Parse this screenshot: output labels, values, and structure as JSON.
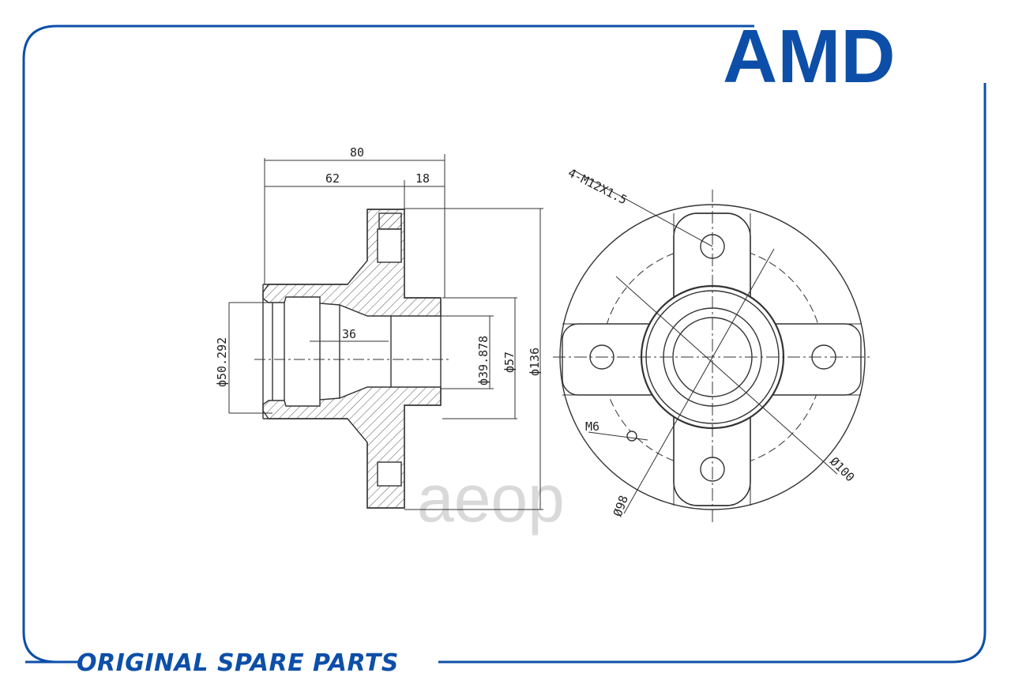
{
  "brand": {
    "logo": "AMD",
    "color": "#0d4fa8"
  },
  "footer": {
    "tagline": "ORIGINAL SPARE PARTS"
  },
  "watermark": "aeop",
  "side_view": {
    "dims": {
      "overall_length": "80",
      "flange_offset": "62",
      "hub_end": "18",
      "inner_depth": "36",
      "bore_diameter": "ф50.292",
      "inner_diameter": "ф39.878",
      "spigot_diameter": "ф57",
      "flange_diameter": "ф136"
    }
  },
  "front_view": {
    "dims": {
      "bolt_spec": "4-M12X1.5",
      "aux_hole": "M6",
      "pcd_outer": "Ø100",
      "pcd_inner": "Ø98"
    }
  }
}
